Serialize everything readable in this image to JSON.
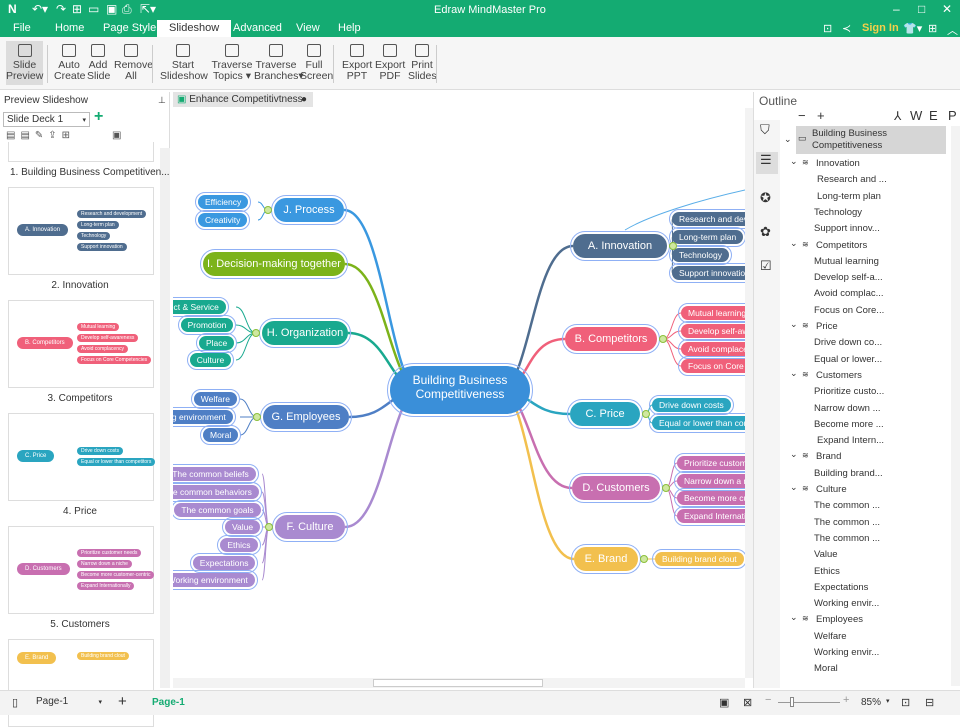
{
  "app": {
    "title": "Edraw MindMaster Pro",
    "sign_in": "Sign In"
  },
  "menu": [
    "File",
    "Home",
    "Page Style",
    "Slideshow",
    "Advanced",
    "View",
    "Help"
  ],
  "ribbon": [
    {
      "label1": "Slide",
      "label2": "Preview"
    },
    {
      "label1": "Auto",
      "label2": "Create"
    },
    {
      "label1": "Add",
      "label2": "Slide"
    },
    {
      "label1": "Remove",
      "label2": "All"
    },
    {
      "label1": "Start",
      "label2": "Slideshow"
    },
    {
      "label1": "Traverse",
      "label2": "Topics ▾"
    },
    {
      "label1": "Traverse",
      "label2": "Branches▾"
    },
    {
      "label1": "Full",
      "label2": "Screen"
    },
    {
      "label1": "Export",
      "label2": "PPT"
    },
    {
      "label1": "Export",
      "label2": "PDF"
    },
    {
      "label1": "Print",
      "label2": "Slides"
    }
  ],
  "left": {
    "title": "Preview Slideshow",
    "deck": "Slide Deck 1",
    "slides": [
      {
        "caption": "1. Building Business Competitiven..."
      },
      {
        "caption": "2. Innovation",
        "main": "A. Innovation",
        "items": [
          "Research and development",
          "Long-term plan",
          "Technology",
          "Support innovation"
        ]
      },
      {
        "caption": "3. Competitors",
        "main": "B. Competitors",
        "items": [
          "Mutual learning",
          "Develop self-awareness",
          "Avoid complacency",
          "Focus on Core Competencies"
        ]
      },
      {
        "caption": "4. Price",
        "main": "C. Price",
        "items": [
          "Drive down costs",
          "Equal or lower than competitors"
        ]
      },
      {
        "caption": "5. Customers",
        "main": "D. Customers",
        "items": [
          "Prioritize customer needs",
          "Narrow down a niche",
          "Become more customer-centric",
          "Expand Internationally"
        ]
      },
      {
        "caption": "",
        "main": "E. Brand",
        "items": [
          "Building brand clout"
        ]
      }
    ]
  },
  "doc_tab": "Enhance Competitivtness",
  "mindmap": {
    "central": "Building Business Competitiveness",
    "branches": [
      {
        "label": "A. Innovation",
        "color": "#4f6d8f",
        "children": [
          "Research and development",
          "Long-term plan",
          "Technology",
          "Support innovation"
        ]
      },
      {
        "label": "B. Competitors",
        "color": "#f0607a",
        "children": [
          "Mutual learning",
          "Develop self-awareness",
          "Avoid complacency",
          "Focus on Core Competencies"
        ]
      },
      {
        "label": "C. Price",
        "color": "#2aa5c0",
        "children": [
          "Drive down costs",
          "Equal or lower than competitors"
        ]
      },
      {
        "label": "D. Customers",
        "color": "#c86fb0",
        "children": [
          "Prioritize customer needs",
          "Narrow down a niche",
          "Become more customer-centric",
          "Expand Internationally"
        ]
      },
      {
        "label": "E. Brand",
        "color": "#f2c04e",
        "children": [
          "Building brand clout"
        ]
      },
      {
        "label": "F. Culture",
        "color": "#a98ad0",
        "children": [
          "The common beliefs",
          "The common behaviors",
          "The common goals",
          "Value",
          "Ethics",
          "Expectations",
          "Working environment"
        ]
      },
      {
        "label": "G. Employees",
        "color": "#4f7fc5",
        "children": [
          "Welfare",
          "Working environment",
          "Moral"
        ]
      },
      {
        "label": "H. Organization",
        "color": "#19a98f",
        "children": [
          "Product & Service",
          "Promotion",
          "Place",
          "Culture"
        ]
      },
      {
        "label": "I. Decision-making together",
        "color": "#7cb31a",
        "children": []
      },
      {
        "label": "J. Process",
        "color": "#3a98e0",
        "children": [
          "Efficiency",
          "Creativity"
        ]
      }
    ]
  },
  "outline": {
    "title": "Outline",
    "tools": [
      "−",
      "+",
      "W",
      "E",
      "P"
    ],
    "items": [
      {
        "t": "Building Business Competitiveness",
        "lvl": 0
      },
      {
        "t": "Innovation",
        "lvl": 1
      },
      {
        "t": "Research and ...",
        "lvl": 2
      },
      {
        "t": "Long-term plan",
        "lvl": 2
      },
      {
        "t": "Technology",
        "lvl": 2
      },
      {
        "t": "Support innov...",
        "lvl": 2
      },
      {
        "t": "Competitors",
        "lvl": 1
      },
      {
        "t": "Mutual learning",
        "lvl": 2
      },
      {
        "t": "Develop self-a...",
        "lvl": 2
      },
      {
        "t": "Avoid complac...",
        "lvl": 2
      },
      {
        "t": "Focus on Core...",
        "lvl": 2
      },
      {
        "t": "Price",
        "lvl": 1
      },
      {
        "t": "Drive down co...",
        "lvl": 2
      },
      {
        "t": "Equal or lower...",
        "lvl": 2
      },
      {
        "t": "Customers",
        "lvl": 1
      },
      {
        "t": "Prioritize custo...",
        "lvl": 2
      },
      {
        "t": "Narrow down ...",
        "lvl": 2
      },
      {
        "t": "Become more ...",
        "lvl": 2
      },
      {
        "t": "Expand Intern...",
        "lvl": 2
      },
      {
        "t": "Brand",
        "lvl": 1
      },
      {
        "t": "Building brand...",
        "lvl": 2
      },
      {
        "t": "Culture",
        "lvl": 1
      },
      {
        "t": "The common ...",
        "lvl": 2
      },
      {
        "t": "The common ...",
        "lvl": 2
      },
      {
        "t": "The common ...",
        "lvl": 2
      },
      {
        "t": "Value",
        "lvl": 2
      },
      {
        "t": "Ethics",
        "lvl": 2
      },
      {
        "t": "Expectations",
        "lvl": 2
      },
      {
        "t": "Working envir...",
        "lvl": 2
      },
      {
        "t": "Employees",
        "lvl": 1
      },
      {
        "t": "Welfare",
        "lvl": 2
      },
      {
        "t": "Working envir...",
        "lvl": 2
      },
      {
        "t": "Moral",
        "lvl": 2
      }
    ]
  },
  "status": {
    "page_select": "Page-1",
    "page_tab": "Page-1",
    "zoom": "85%"
  }
}
